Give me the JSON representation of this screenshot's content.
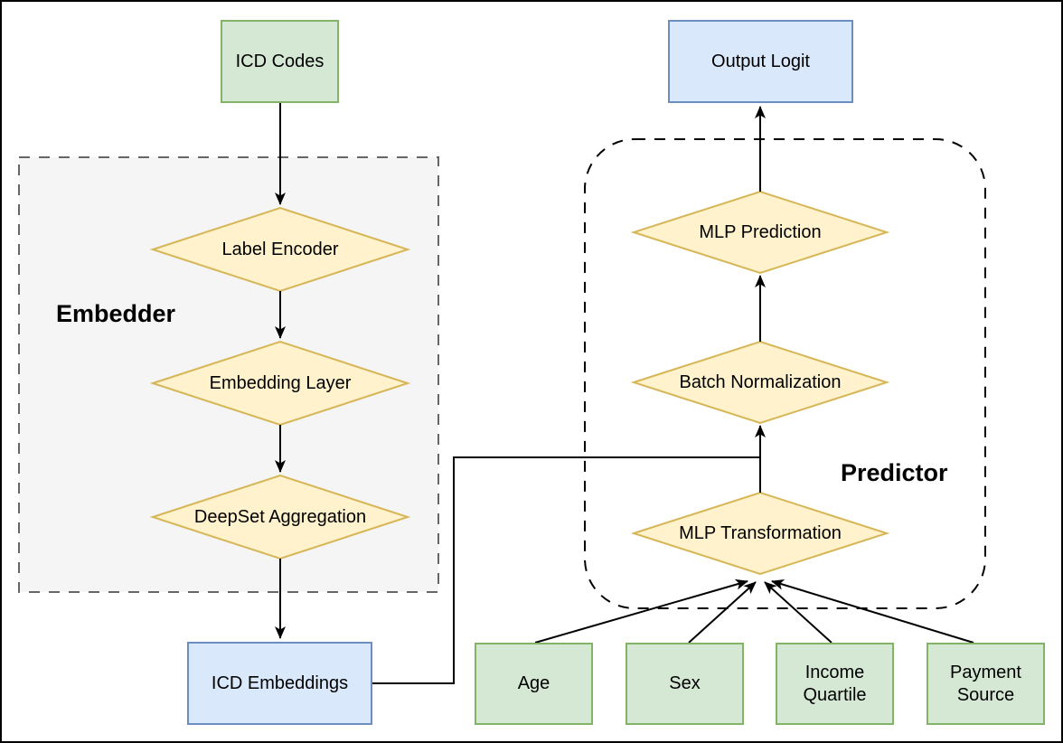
{
  "diagram": {
    "description": "Model architecture flowchart with an Embedder module and a Predictor module",
    "groups": {
      "embedder": {
        "label": "Embedder"
      },
      "predictor": {
        "label": "Predictor"
      }
    },
    "nodes": {
      "icd_codes": {
        "label": "ICD Codes",
        "shape": "rectangle",
        "color": "green"
      },
      "label_encoder": {
        "label": "Label Encoder",
        "shape": "diamond",
        "color": "yellow"
      },
      "embedding_layer": {
        "label": "Embedding Layer",
        "shape": "diamond",
        "color": "yellow"
      },
      "deepset_aggregation": {
        "label": "DeepSet Aggregation",
        "shape": "diamond",
        "color": "yellow"
      },
      "icd_embeddings": {
        "label": "ICD Embeddings",
        "shape": "rectangle",
        "color": "blue"
      },
      "output_logit": {
        "label": "Output Logit",
        "shape": "rectangle",
        "color": "blue"
      },
      "mlp_prediction": {
        "label": "MLP Prediction",
        "shape": "diamond",
        "color": "yellow"
      },
      "batch_normalization": {
        "label": "Batch Normalization",
        "shape": "diamond",
        "color": "yellow"
      },
      "mlp_transformation": {
        "label": "MLP Transformation",
        "shape": "diamond",
        "color": "yellow"
      },
      "age": {
        "label": "Age",
        "shape": "rectangle",
        "color": "green"
      },
      "sex": {
        "label": "Sex",
        "shape": "rectangle",
        "color": "green"
      },
      "income_quartile": {
        "label": "Income Quartile",
        "shape": "rectangle",
        "color": "green"
      },
      "payment_source": {
        "label": "Payment Source",
        "shape": "rectangle",
        "color": "green"
      }
    },
    "edges": [
      {
        "from": "icd_codes",
        "to": "label_encoder",
        "arrow": true
      },
      {
        "from": "label_encoder",
        "to": "embedding_layer",
        "arrow": true
      },
      {
        "from": "embedding_layer",
        "to": "deepset_aggregation",
        "arrow": true
      },
      {
        "from": "deepset_aggregation",
        "to": "icd_embeddings",
        "arrow": true
      },
      {
        "from": "icd_embeddings",
        "to": "batch_normalization",
        "arrow": false,
        "note": "elbow connector joining the mlp_transformation to batch_normalization arrow"
      },
      {
        "from": "mlp_transformation",
        "to": "batch_normalization",
        "arrow": true
      },
      {
        "from": "batch_normalization",
        "to": "mlp_prediction",
        "arrow": true
      },
      {
        "from": "mlp_prediction",
        "to": "output_logit",
        "arrow": true
      },
      {
        "from": "age",
        "to": "mlp_transformation",
        "arrow": true
      },
      {
        "from": "sex",
        "to": "mlp_transformation",
        "arrow": true
      },
      {
        "from": "income_quartile",
        "to": "mlp_transformation",
        "arrow": true
      },
      {
        "from": "payment_source",
        "to": "mlp_transformation",
        "arrow": true
      }
    ],
    "colors": {
      "green_fill": "#d5e8d4",
      "green_stroke": "#82b366",
      "blue_fill": "#dae8fc",
      "blue_stroke": "#6c8ebf",
      "yellow_fill": "#fff2cc",
      "yellow_stroke": "#d6b656",
      "embedder_container_fill": "#f5f5f5",
      "embedder_container_stroke": "#666666",
      "predictor_container_stroke": "#000000",
      "edge_color": "#000000",
      "background": "#ffffff"
    }
  }
}
